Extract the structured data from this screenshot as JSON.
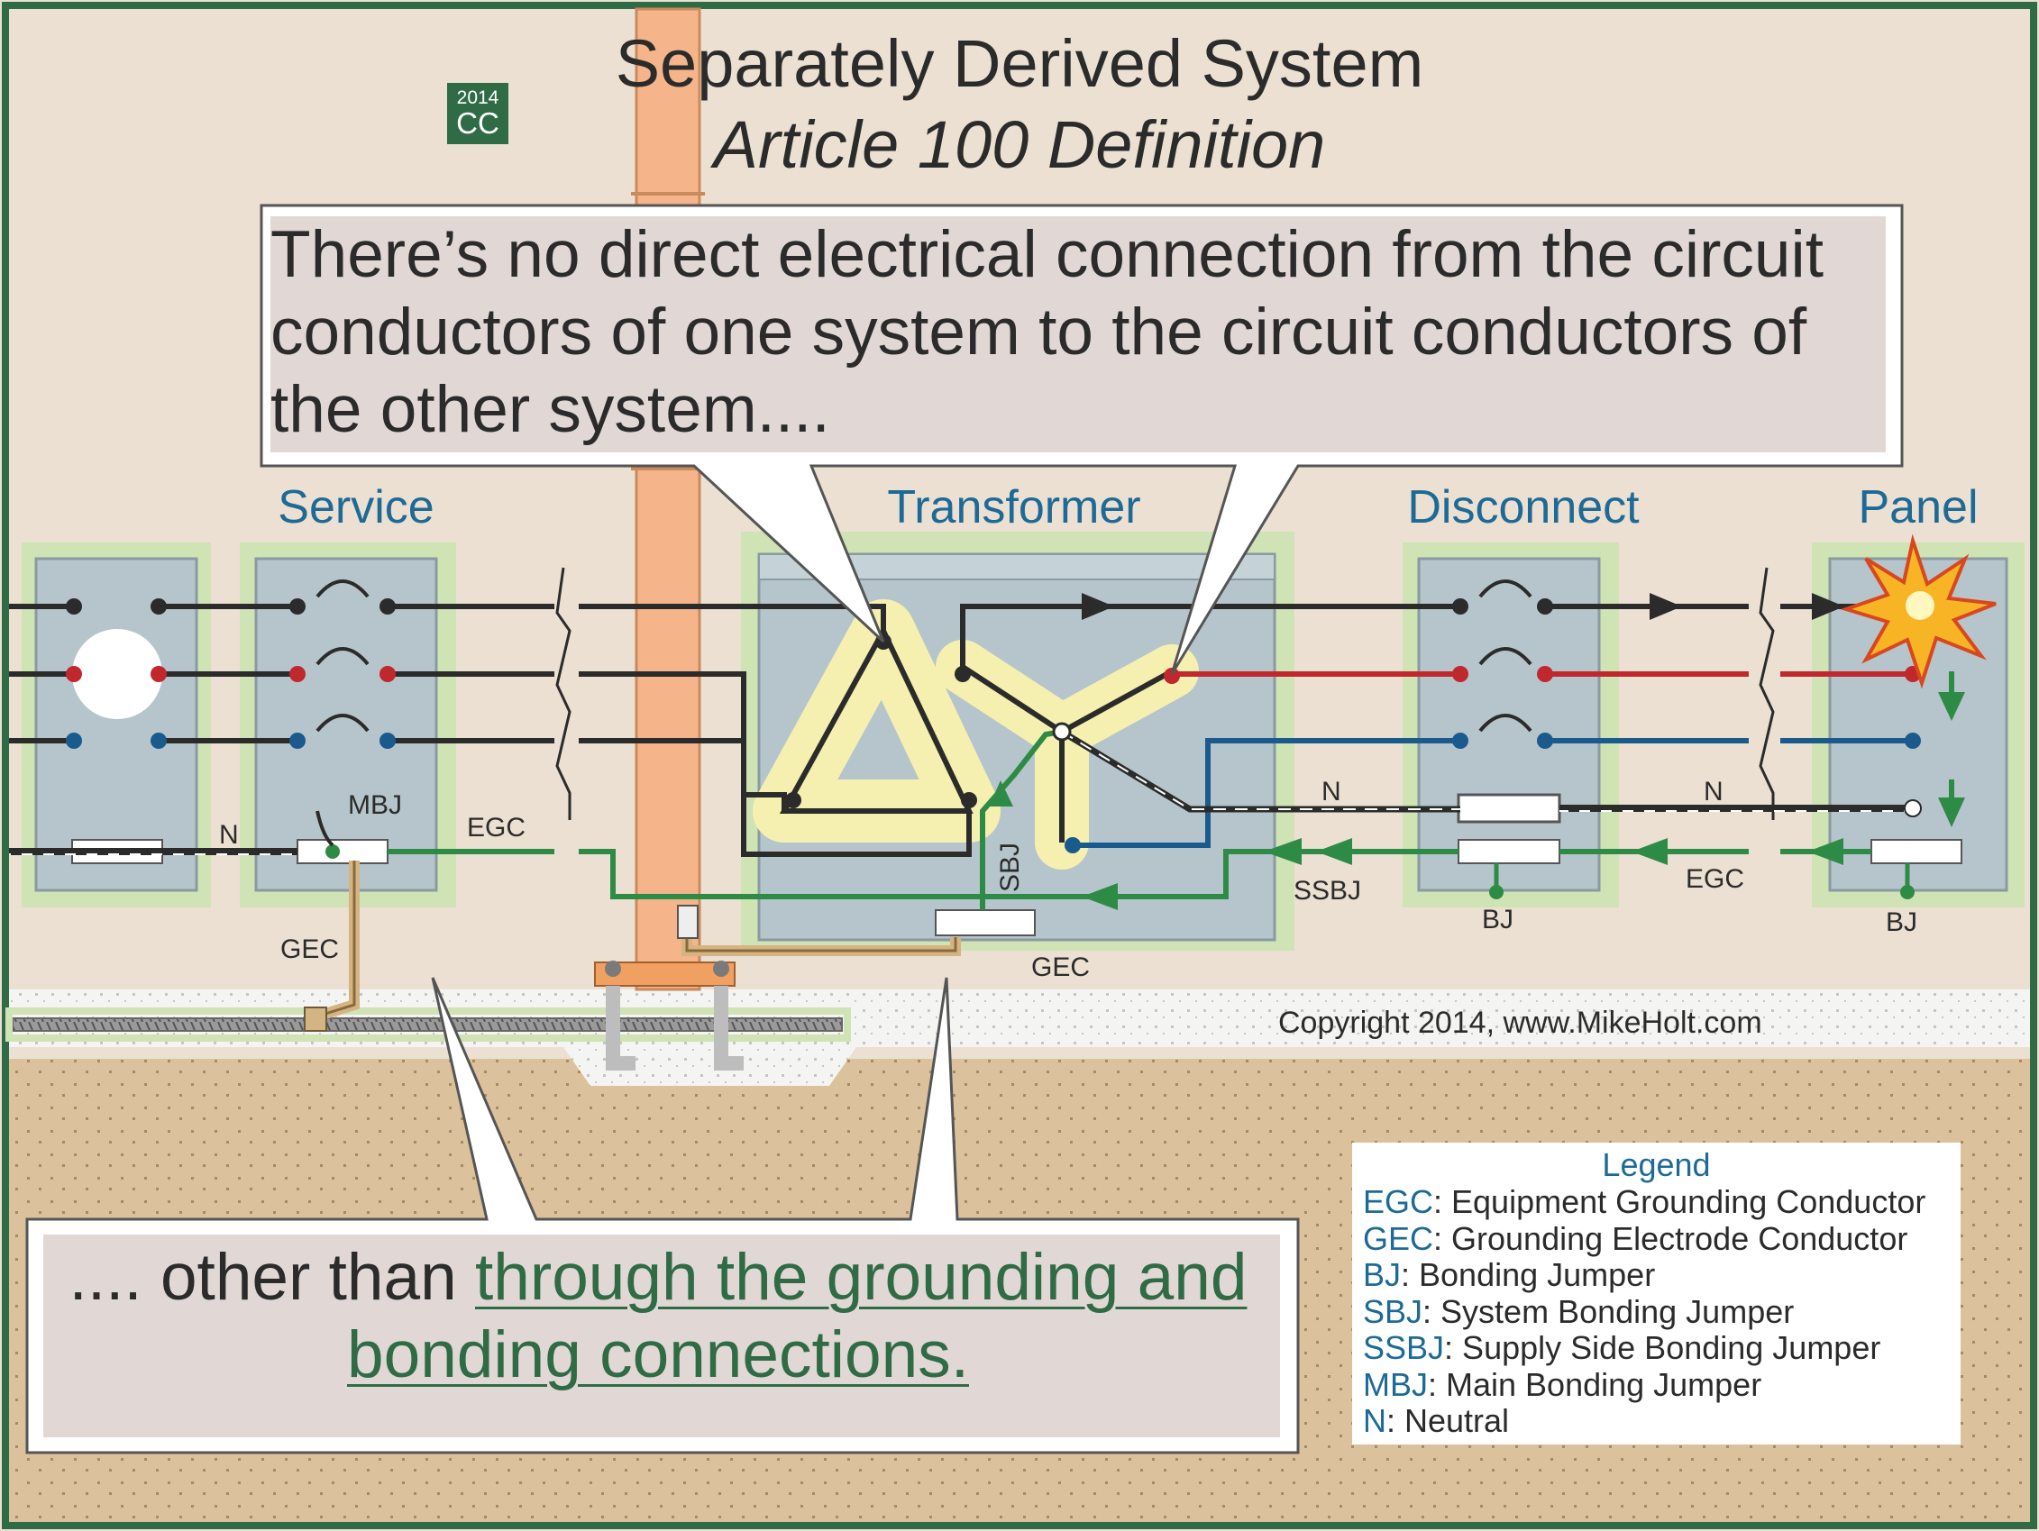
{
  "title": "Separately Derived System",
  "subtitle": "Article 100 Definition",
  "badge": {
    "year": "2014",
    "code": "CC"
  },
  "callout_top": "There’s no direct electrical connection from the circuit conductors of one system to the circuit conductors of the other system....",
  "callout_bottom": {
    "prefix": ".... other than ",
    "highlight": "through the grounding and bonding connections."
  },
  "sections": {
    "service": "Service",
    "transformer": "Transformer",
    "disconnect": "Disconnect",
    "panel": "Panel"
  },
  "labels": {
    "mbj": "MBJ",
    "n_service": "N",
    "egc_service": "EGC",
    "gec_service": "GEC",
    "sbj": "SBJ",
    "gec_transformer": "GEC",
    "n_disconnect": "N",
    "ssbj": "SSBJ",
    "bj_disconnect": "BJ",
    "n_panel": "N",
    "egc_panel": "EGC",
    "bj_panel": "BJ"
  },
  "copyright": "Copyright 2014, www.MikeHolt.com",
  "legend": {
    "title": "Legend",
    "items": [
      {
        "abbr": "EGC",
        "text": ": Equipment Grounding Conductor"
      },
      {
        "abbr": "GEC",
        "text": ": Grounding Electrode Conductor"
      },
      {
        "abbr": "BJ",
        "text": ": Bonding Jumper"
      },
      {
        "abbr": "SBJ",
        "text": ": System Bonding Jumper"
      },
      {
        "abbr": "SSBJ",
        "text": ": Supply Side Bonding Jumper"
      },
      {
        "abbr": "MBJ",
        "text": ": Main Bonding Jumper"
      },
      {
        "abbr": "N",
        "text": ": Neutral"
      }
    ]
  },
  "colors": {
    "background": "#ece0d2",
    "border": "#2f6b45",
    "enclosure": "#b6c5cb",
    "glow": "#cfe3b5",
    "pole": "#f5b48a",
    "earth": "#dcc29c",
    "line1": "#2b2b2b",
    "line2": "#c0282d",
    "line3": "#1a5a8c",
    "ground": "#2e8b46",
    "label_blue": "#1e6a96",
    "highlight_green": "#2f6b45"
  }
}
